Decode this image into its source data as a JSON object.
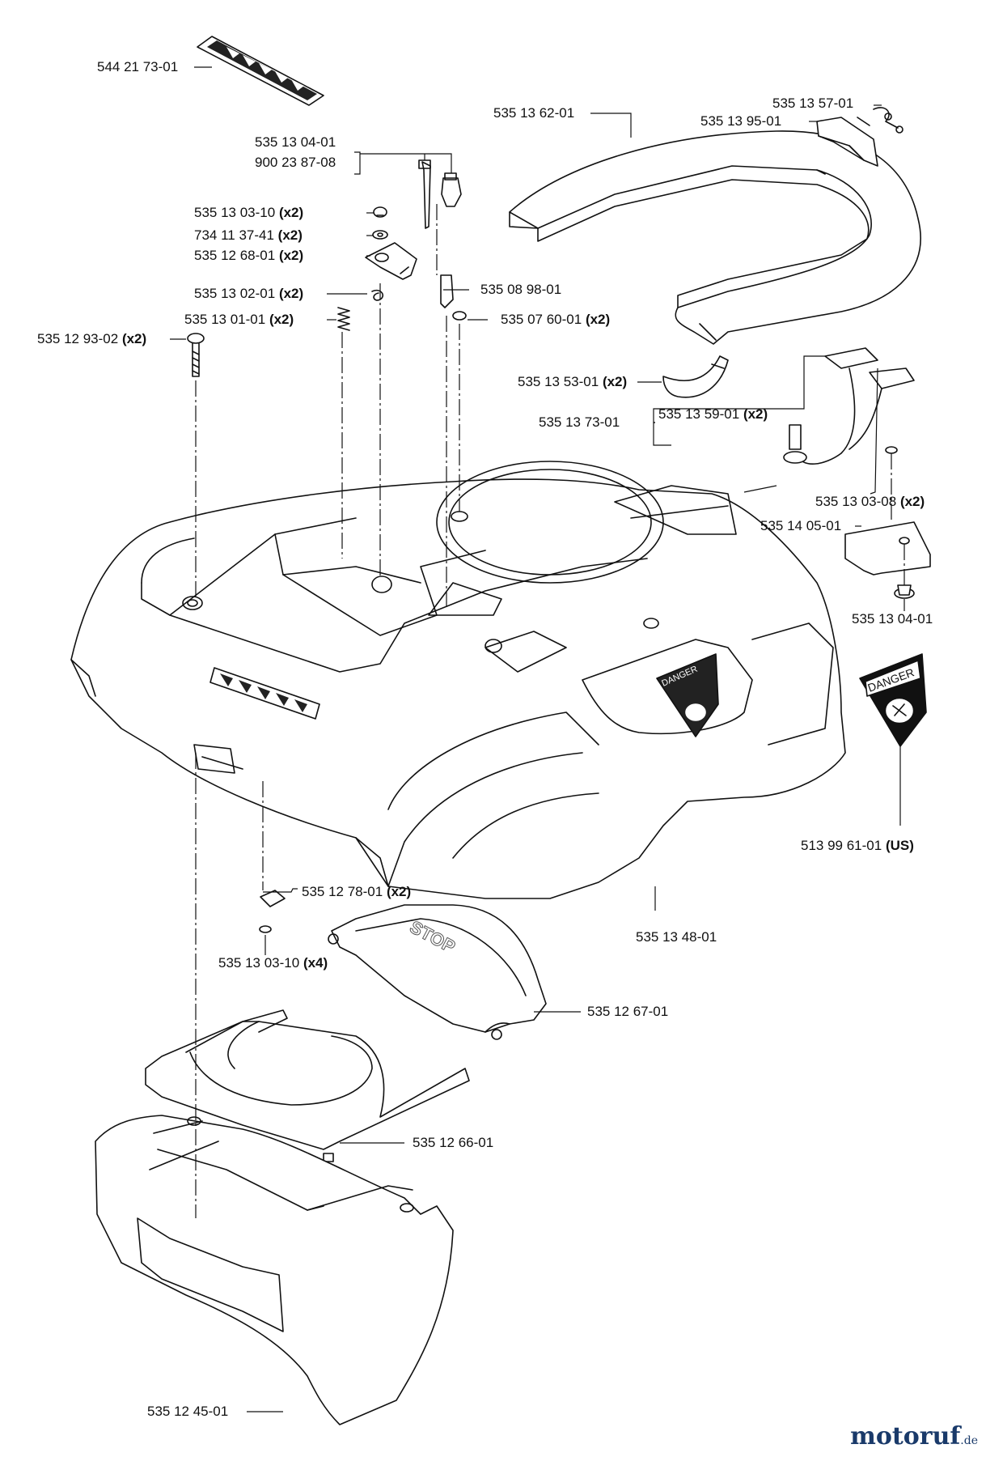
{
  "parts": [
    {
      "id": "p1",
      "number": "544 21 73-01",
      "qty": ""
    },
    {
      "id": "p2",
      "number": "535 13 62-01",
      "qty": ""
    },
    {
      "id": "p3",
      "number": "535 13 57-01",
      "qty": ""
    },
    {
      "id": "p4",
      "number": "535 13 95-01",
      "qty": ""
    },
    {
      "id": "p5",
      "number": "535 13 04-01",
      "qty": ""
    },
    {
      "id": "p6",
      "number": "900 23 87-08",
      "qty": ""
    },
    {
      "id": "p7",
      "number": "535 13 03-10",
      "qty": "(x2)"
    },
    {
      "id": "p8",
      "number": "734 11 37-41",
      "qty": "(x2)"
    },
    {
      "id": "p9",
      "number": "535 12 68-01",
      "qty": "(x2)"
    },
    {
      "id": "p10",
      "number": "535 08 98-01",
      "qty": ""
    },
    {
      "id": "p11",
      "number": "535 13 02-01",
      "qty": "(x2)"
    },
    {
      "id": "p12",
      "number": "535 13 01-01",
      "qty": "(x2)"
    },
    {
      "id": "p13",
      "number": "535 07 60-01",
      "qty": "(x2)"
    },
    {
      "id": "p14",
      "number": "535 12 93-02",
      "qty": "(x2)"
    },
    {
      "id": "p15",
      "number": "535 13 53-01",
      "qty": "(x2)"
    },
    {
      "id": "p16",
      "number": "535 13 59-01",
      "qty": "(x2)"
    },
    {
      "id": "p17",
      "number": "535 13 73-01",
      "qty": ""
    },
    {
      "id": "p18",
      "number": "535 13 03-08",
      "qty": "(x2)"
    },
    {
      "id": "p19",
      "number": "535 14 05-01",
      "qty": ""
    },
    {
      "id": "p20",
      "number": "535 13 04-01",
      "qty": ""
    },
    {
      "id": "p21",
      "number": "513 99 61-01",
      "qty": "(US)"
    },
    {
      "id": "p22",
      "number": "535 12 78-01",
      "qty": "(x2)"
    },
    {
      "id": "p23",
      "number": "535 13 03-10",
      "qty": "(x4)"
    },
    {
      "id": "p24",
      "number": "535 13 48-01",
      "qty": ""
    },
    {
      "id": "p25",
      "number": "535 12 67-01",
      "qty": ""
    },
    {
      "id": "p26",
      "number": "535 12 66-01",
      "qty": ""
    },
    {
      "id": "p27",
      "number": "535 12 45-01",
      "qty": ""
    }
  ],
  "decals": {
    "danger_word": "DANGER",
    "stop_word": "STOP"
  },
  "logo": {
    "main": "motoruf",
    "suffix": ".de"
  }
}
